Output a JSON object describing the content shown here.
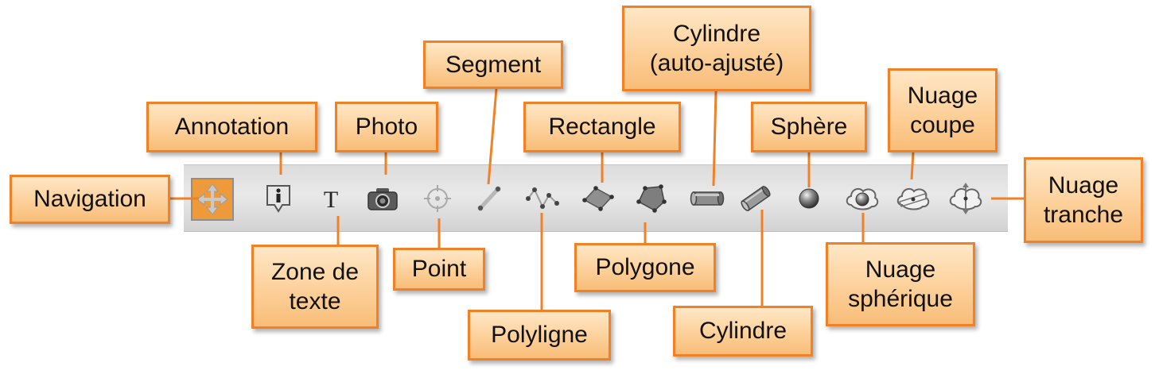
{
  "colors": {
    "accent": "#f08127",
    "callout_fill": "#fdd09a",
    "active_tool": "#ee9a3a",
    "toolbar": "#e2e2e2"
  },
  "toolbar": {
    "tools": [
      {
        "id": "navigation",
        "icon": "navigation-arrows-icon",
        "active": true
      },
      {
        "id": "annotation",
        "icon": "info-annotation-icon"
      },
      {
        "id": "text-zone",
        "icon": "text-t-icon"
      },
      {
        "id": "photo",
        "icon": "camera-icon"
      },
      {
        "id": "point",
        "icon": "point-target-icon"
      },
      {
        "id": "segment",
        "icon": "segment-icon"
      },
      {
        "id": "polyline",
        "icon": "polyline-icon"
      },
      {
        "id": "rectangle",
        "icon": "rectangle-icon"
      },
      {
        "id": "polygon",
        "icon": "polygon-icon"
      },
      {
        "id": "cylinder-auto",
        "icon": "cylinder-auto-icon"
      },
      {
        "id": "cylinder",
        "icon": "cylinder-icon"
      },
      {
        "id": "sphere",
        "icon": "sphere-icon"
      },
      {
        "id": "spherical-cloud",
        "icon": "spherical-cloud-icon"
      },
      {
        "id": "cloud-cut",
        "icon": "cloud-cut-icon"
      },
      {
        "id": "cloud-slice",
        "icon": "cloud-slice-icon"
      }
    ]
  },
  "callouts": {
    "navigation": "Navigation",
    "annotation": "Annotation",
    "text_zone": "Zone de\ntexte",
    "photo": "Photo",
    "point": "Point",
    "segment": "Segment",
    "polyline": "Polyligne",
    "rectangle": "Rectangle",
    "polygon": "Polygone",
    "cylinder_auto": "Cylindre\n(auto-ajusté)",
    "cylinder": "Cylindre",
    "sphere": "Sphère",
    "spherical_cloud": "Nuage\nsphérique",
    "cloud_cut": "Nuage\ncoupe",
    "cloud_slice": "Nuage\ntranche"
  }
}
